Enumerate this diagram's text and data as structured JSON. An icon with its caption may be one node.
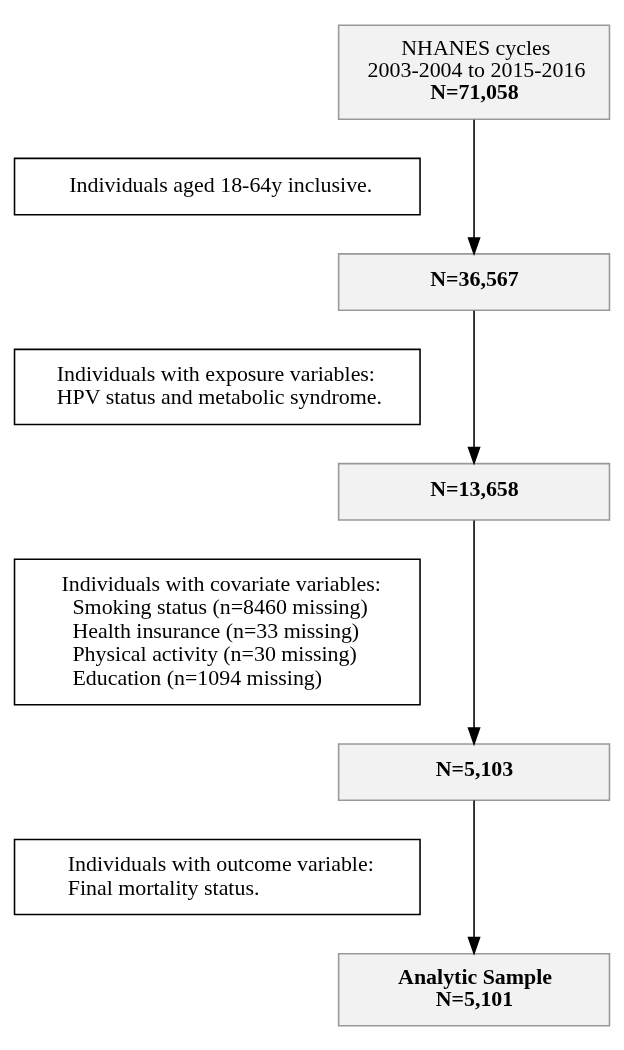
{
  "diagram": {
    "nodes": [
      {
        "text": [
          "NHANES cycles 2003-2004 to 2015-2016",
          "N=71,058"
        ]
      },
      {
        "text": [
          "Individuals aged 18-64y inclusive."
        ]
      },
      {
        "text": [
          "N=36,567"
        ]
      },
      {
        "text": [
          "Individuals with exposure variables: HPV status and metabolic syndrome."
        ]
      },
      {
        "text": [
          "N=13,658"
        ]
      },
      {
        "text": [
          "Individuals with covariate variables:",
          "Smoking status (n=8460 missing)",
          "Health insurance (n=33 missing)",
          "Physical activity (n=30 missing)",
          "Education (n=1094 missing)"
        ]
      },
      {
        "text": [
          "N=5,103"
        ]
      },
      {
        "text": [
          "Individuals with outcome variable: Final mortality status."
        ]
      },
      {
        "text": [
          "Analytic Sample",
          "N=5,101"
        ]
      }
    ],
    "edges": [
      {
        "from": 0,
        "to": 2,
        "arrow": "to"
      },
      {
        "from": 2,
        "to": 4,
        "arrow": "to"
      },
      {
        "from": 4,
        "to": 6,
        "arrow": "to"
      },
      {
        "from": 6,
        "to": 8,
        "arrow": "to"
      }
    ]
  }
}
